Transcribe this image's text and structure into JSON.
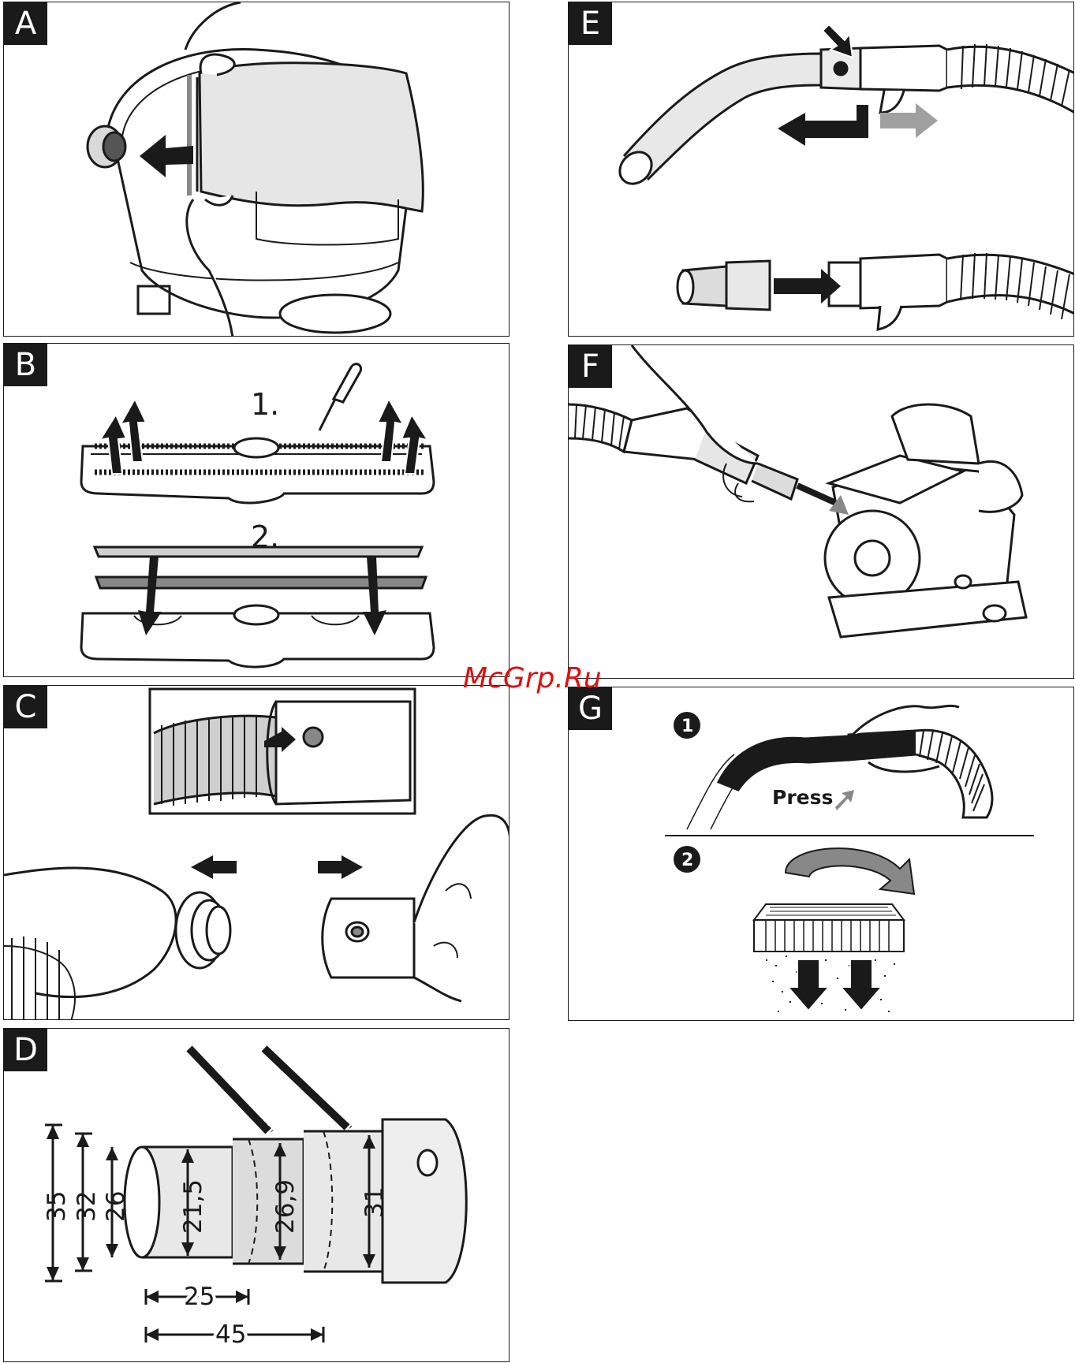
{
  "panels": {
    "a": {
      "letter": "A"
    },
    "b": {
      "letter": "B",
      "step_1": "1.",
      "step_2": "2."
    },
    "c": {
      "letter": "C"
    },
    "d": {
      "letter": "D",
      "dims": {
        "d35": "35",
        "d32": "32",
        "d26": "26",
        "d21_5": "21,5",
        "d26_9": "26,9",
        "d31": "31",
        "l25": "25",
        "l45": "45"
      }
    },
    "e": {
      "letter": "E"
    },
    "f": {
      "letter": "F"
    },
    "g": {
      "letter": "G",
      "bullet_1": "1",
      "bullet_2": "2",
      "press_label": "Press"
    }
  },
  "watermark": "McGrp.Ru",
  "colors": {
    "ink": "#1a1a1a",
    "panel_border": "#1a1a1a",
    "watermark": "#e01010",
    "light_arrow": "#9a9a9a",
    "fill_gray": "#d9d9d9"
  }
}
